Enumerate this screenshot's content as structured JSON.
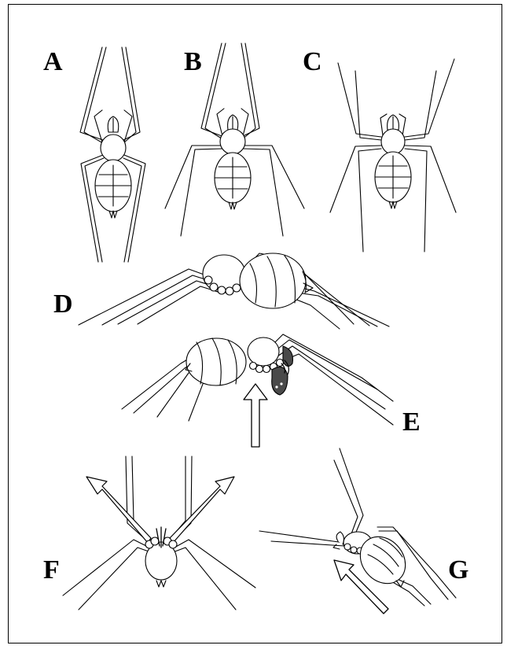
{
  "figure": {
    "panels": {
      "a": {
        "label": "A"
      },
      "b": {
        "label": "B"
      },
      "c": {
        "label": "C"
      },
      "d": {
        "label": "D"
      },
      "e": {
        "label": "E"
      },
      "f": {
        "label": "F"
      },
      "g": {
        "label": "G"
      }
    },
    "colors": {
      "line": "#000000",
      "background": "#ffffff",
      "palp_dark": "#4a4a4a"
    }
  }
}
